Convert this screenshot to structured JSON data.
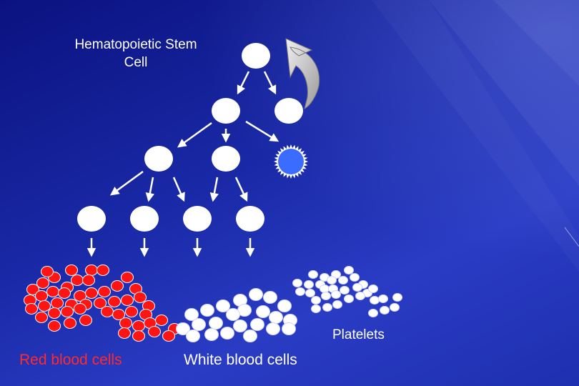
{
  "labels": {
    "stem_cell": "Hematopoietic Stem Cell",
    "red_blood_cells": "Red blood cells",
    "white_blood_cells": "White blood cells",
    "platelets": "Platelets"
  },
  "colors": {
    "background": "#1a2aa8",
    "white_cell": "#ffffff",
    "red_cell": "#ff1414",
    "megakaryocyte": "#3a6cff",
    "self_renewal_arrow": "#c8c8c8"
  }
}
